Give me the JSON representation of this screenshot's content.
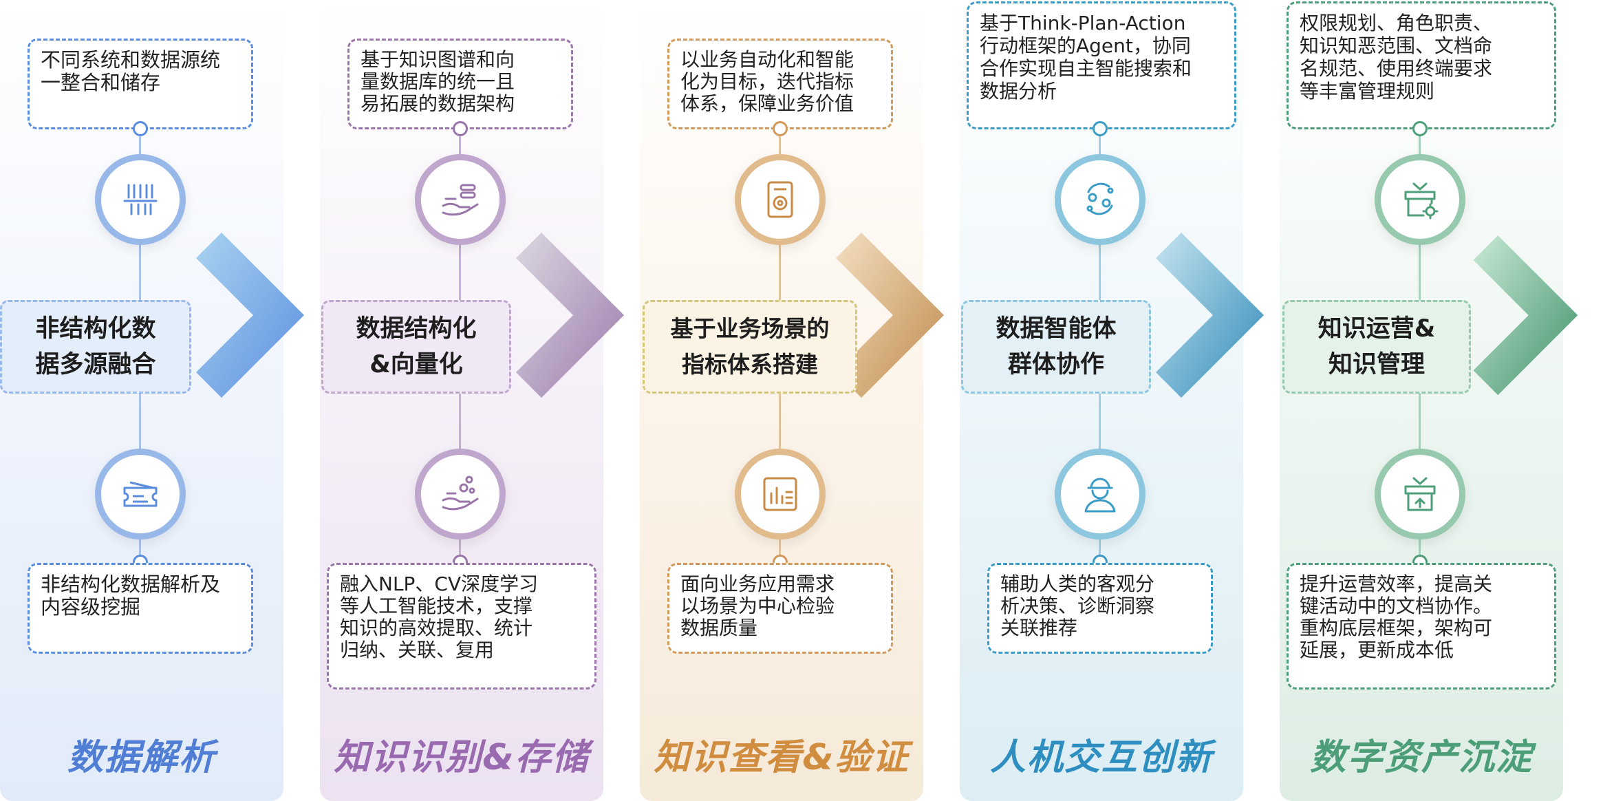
{
  "columns": [
    {
      "id": "c1",
      "color": "#5b8dde",
      "top_text": "不同系统和数据源统\n一整合和储存",
      "top_icon": "barcode-scan-icon",
      "middle_title": "非结构化数\n据多源融合",
      "bottom_icon": "ticket-card-icon",
      "bottom_text": "非结构化数据解析及\n内容级挖掘",
      "footer": "数据解析"
    },
    {
      "id": "c2",
      "color": "#9a75aa",
      "top_text": "基于知识图谱和向\n量数据库的统一且\n易拓展的数据架构",
      "top_icon": "hand-database-icon",
      "middle_title": "数据结构化\n&向量化",
      "bottom_icon": "hand-bubbles-icon",
      "bottom_text": "融入NLP、CV深度学习\n等人工智能技术，支撑\n知识的高效提取、统计\n归纳、关联、复用",
      "footer": "知识识别&存储"
    },
    {
      "id": "c3",
      "color": "#d1995a",
      "top_text": "以业务自动化和智能\n化为目标，迭代指标\n体系，保障业务价值",
      "top_icon": "document-target-icon",
      "middle_title": "基于业务场景的\n指标体系搭建",
      "bottom_icon": "chart-report-icon",
      "bottom_text": "面向业务应用需求\n以场景为中心检验\n数据质量",
      "footer": "知识查看&验证"
    },
    {
      "id": "c4",
      "color": "#3c9cc8",
      "top_text": "基于Think-Plan-Action\n行动框架的Agent，协同\n合作实现自主智能搜索和\n数据分析",
      "top_icon": "agent-cycle-icon",
      "middle_title": "数据智能体\n群体协作",
      "bottom_icon": "worker-person-icon",
      "bottom_text": "辅助人类的客观分\n析决策、诊断洞察\n关联推荐",
      "footer": "人机交互创新"
    },
    {
      "id": "c5",
      "color": "#4e9e7a",
      "top_text": "权限规划、角色职责、\n知识知恶范围、文档命\n名规范、使用终端要求\n等丰富管理规则",
      "top_icon": "box-gear-icon",
      "middle_title": "知识运营&\n知识管理",
      "bottom_icon": "box-upload-icon",
      "bottom_text": "提升运营效率，提高关\n键活动中的文档协作。\n重构底层框架，架构可\n延展，更新成本低",
      "footer": "数字资产沉淀"
    }
  ]
}
